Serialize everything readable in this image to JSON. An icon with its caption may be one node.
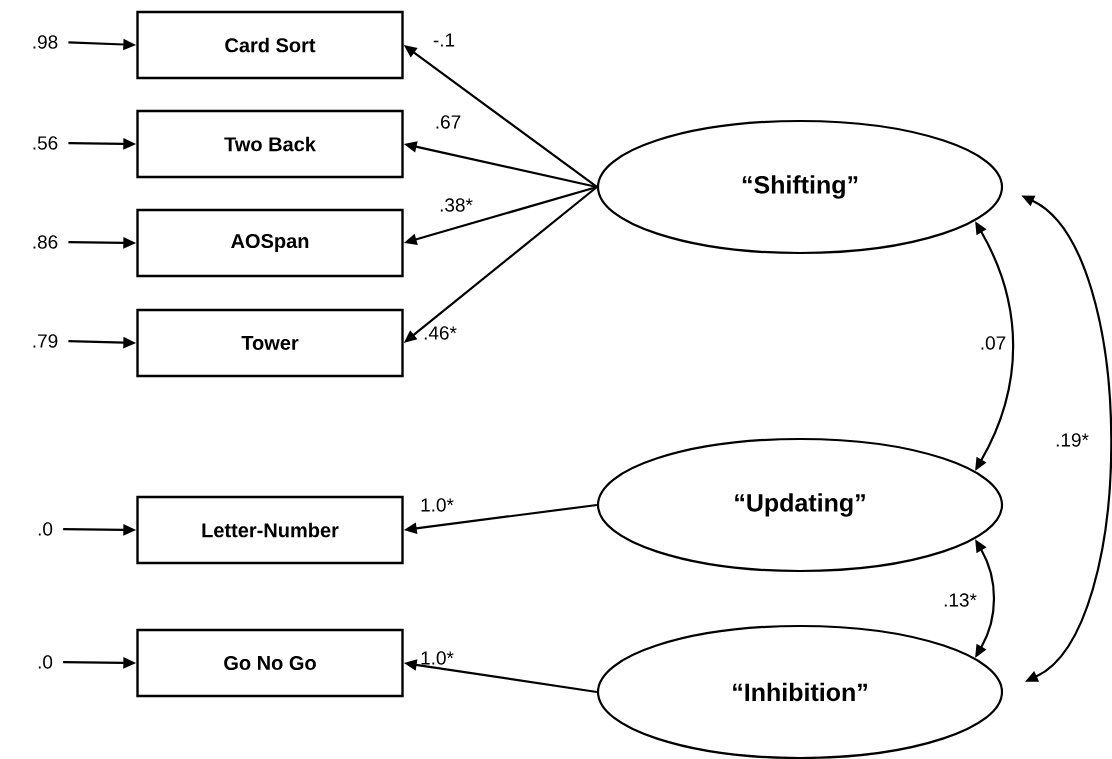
{
  "diagram": {
    "nodes": [
      {
        "text": [
          ".98"
        ]
      },
      {
        "text": [
          ".56"
        ]
      },
      {
        "text": [
          ".86"
        ]
      },
      {
        "text": [
          ".79"
        ]
      },
      {
        "text": [
          ".0"
        ]
      },
      {
        "text": [
          ".0"
        ]
      },
      {
        "text": [
          "Card Sort"
        ]
      },
      {
        "text": [
          "Two Back"
        ]
      },
      {
        "text": [
          "AOSpan"
        ]
      },
      {
        "text": [
          "Tower"
        ]
      },
      {
        "text": [
          "Letter-Number"
        ]
      },
      {
        "text": [
          "Go No Go"
        ]
      },
      {
        "text": [
          "“Shifting”"
        ]
      },
      {
        "text": [
          "“Updating”"
        ]
      },
      {
        "text": [
          "“Inhibition”"
        ]
      }
    ],
    "edges": [
      {
        "from": 0,
        "to": 6,
        "arrow": "to"
      },
      {
        "from": 1,
        "to": 7,
        "arrow": "to"
      },
      {
        "from": 2,
        "to": 8,
        "arrow": "to"
      },
      {
        "from": 3,
        "to": 9,
        "arrow": "to"
      },
      {
        "from": 4,
        "to": 10,
        "arrow": "to"
      },
      {
        "from": 5,
        "to": 11,
        "arrow": "to"
      },
      {
        "from": 12,
        "to": 6,
        "arrow": "to",
        "label": "-.1"
      },
      {
        "from": 12,
        "to": 7,
        "arrow": "to",
        "label": ".67"
      },
      {
        "from": 12,
        "to": 8,
        "arrow": "to",
        "label": ".38*"
      },
      {
        "from": 12,
        "to": 9,
        "arrow": "to",
        "label": ".46*"
      },
      {
        "from": 13,
        "to": 10,
        "arrow": "to",
        "label": "1.0*"
      },
      {
        "from": 14,
        "to": 11,
        "arrow": "to",
        "label": "1.0*"
      },
      {
        "from": 12,
        "to": 13,
        "arrow": "both",
        "label": ".07"
      },
      {
        "from": 13,
        "to": 14,
        "arrow": "both",
        "label": ".13*"
      },
      {
        "from": 12,
        "to": 14,
        "arrow": "both",
        "label": ".19*"
      }
    ]
  }
}
